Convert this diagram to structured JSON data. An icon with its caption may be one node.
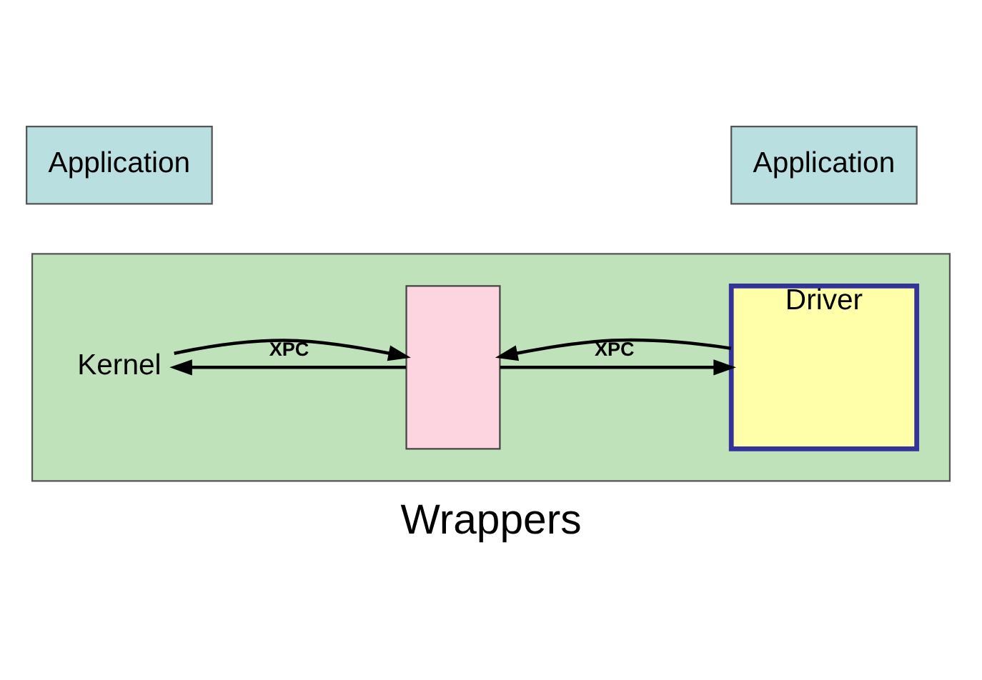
{
  "diagram": {
    "caption": "Wrappers",
    "nodes": [
      {
        "text": [
          "Application"
        ]
      },
      {
        "text": [
          "Application"
        ]
      },
      {
        "text": [
          "Kernel"
        ]
      },
      {
        "text": [],
        "shape": "box",
        "in": 2
      },
      {
        "text": [
          "Driver"
        ],
        "in": 2
      }
    ],
    "edges": [
      {
        "from": 2,
        "to": 3,
        "arrow": "to"
      },
      {
        "from": 3,
        "to": 2,
        "arrow": "to",
        "label": "XPC"
      },
      {
        "from": 3,
        "to": 4,
        "arrow": "to",
        "label": "XPC"
      },
      {
        "from": 4,
        "to": 3,
        "arrow": "to"
      }
    ]
  }
}
